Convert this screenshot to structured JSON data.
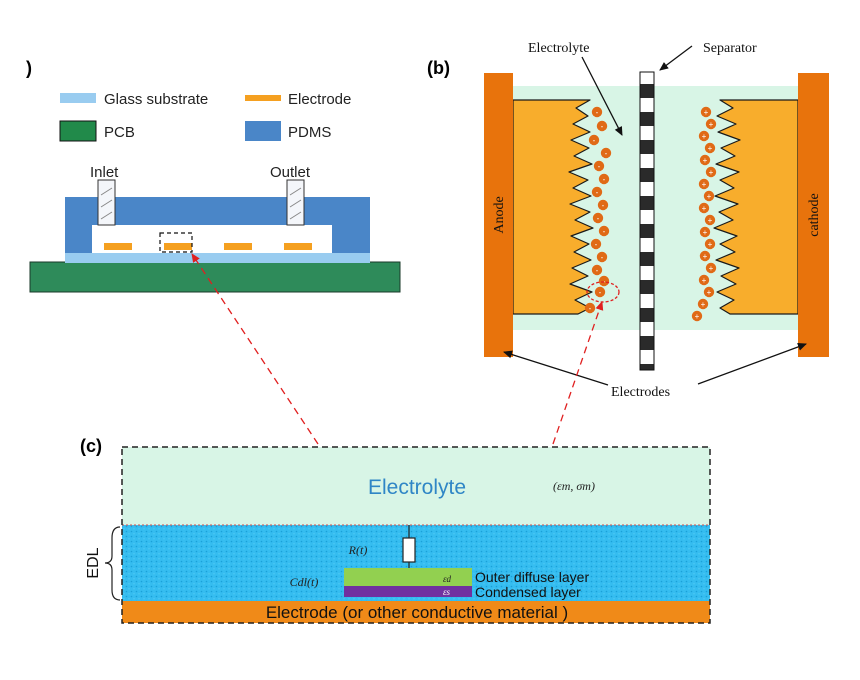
{
  "panel_a": {
    "label": ")",
    "legend": {
      "glass": "Glass substrate",
      "electrode": "Electrode",
      "pcb": "PCB",
      "pdms": "PDMS"
    },
    "inlet": "Inlet",
    "outlet": "Outlet"
  },
  "panel_b": {
    "label": "(b)",
    "electrolyte": "Electrolyte",
    "separator": "Separator",
    "anode": "Anode",
    "cathode": "cathode",
    "electrodes": "Electrodes",
    "neg_sign": "-",
    "pos_sign": "+"
  },
  "panel_c": {
    "label": "(c)",
    "electrolyte": "Electrolyte",
    "electrolyte_params": "(εm, σm)",
    "edl": "EDL",
    "resistor_label": "R(t)",
    "capacitor_label": "Cdl(t)",
    "outer_layer": "Outer diffuse layer",
    "condensed_layer": "Condensed layer",
    "outer_symbol": "εd",
    "condensed_symbol": "εs",
    "electrode": "Electrode (or other conductive material )"
  },
  "colors": {
    "glass": "#99ccf0",
    "electrode_strip": "#f5a020",
    "pcb": "#2e8b5a",
    "pdms": "#4a86c8",
    "electrode_bar": "#e8730c",
    "electrode_fill": "#f8ad2c",
    "electrolyte": "#d8f5e6",
    "edl": "#33bbee",
    "ion": "#e06a16",
    "outer_layer": "#92d050",
    "condensed_layer": "#7030a0",
    "arrow_red": "#e02020"
  }
}
